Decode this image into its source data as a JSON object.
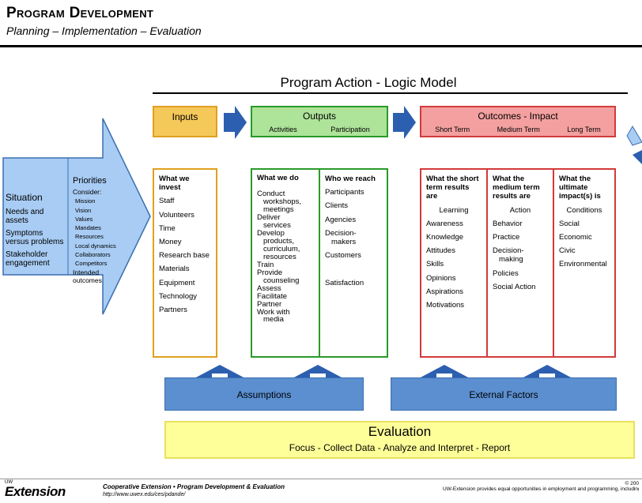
{
  "header": {
    "title": "Program Development",
    "subtitle": "Planning – Implementation – Evaluation"
  },
  "model_title": "Program Action - Logic Model",
  "situation": {
    "title": "Situation",
    "items": [
      "Needs and assets",
      "Symptoms versus problems",
      "Stakeholder engagement"
    ]
  },
  "priorities": {
    "title": "Priorities",
    "consider": "Consider:",
    "items": [
      "Mission",
      "Vision",
      "Values",
      "Mandates",
      "Resources",
      "Local dynamics",
      "Collaborators",
      "Competitors"
    ],
    "intended": "Intended outcomes"
  },
  "inputs": {
    "label": "Inputs",
    "heading": "What we invest",
    "items": [
      "Staff",
      "Volunteers",
      "Time",
      "Money",
      "Research base",
      "Materials",
      "Equipment",
      "Technology",
      "Partners"
    ]
  },
  "outputs": {
    "label": "Outputs",
    "activities_label": "Activities",
    "participation_label": "Participation",
    "activities_heading": "What we do",
    "activities": [
      "Conduct",
      "workshops,",
      "meetings",
      "Deliver",
      "services",
      "Develop",
      "products,",
      "curriculum,",
      "resources",
      "Train",
      "Provide",
      "counseling",
      "Assess",
      "Facilitate",
      "Partner",
      "Work with",
      "media"
    ],
    "participation_heading": "Who we reach",
    "participation": [
      "Participants",
      "Clients",
      "Agencies",
      "Decision-",
      "makers",
      "Customers",
      "Satisfaction"
    ]
  },
  "outcomes": {
    "label": "Outcomes - Impact",
    "short_label": "Short Term",
    "medium_label": "Medium Term",
    "long_label": "Long Term",
    "short_heading": "What the short term results are",
    "short_sub": "Learning",
    "short_items": [
      "Awareness",
      "Knowledge",
      "Attitudes",
      "Skills",
      "Opinions",
      "Aspirations",
      "Motivations"
    ],
    "medium_heading": "What the medium term results are",
    "medium_sub": "Action",
    "medium_items": [
      "Behavior",
      "Practice",
      "Decision-",
      "making",
      "Policies",
      "Social Action"
    ],
    "long_heading": "What the ultimate impact(s) is",
    "long_sub": "Conditions",
    "long_items": [
      "Social",
      "Economic",
      "Civic",
      "Environmental"
    ]
  },
  "assumptions": "Assumptions",
  "external_factors": "External Factors",
  "evaluation": {
    "title": "Evaluation",
    "subtitle": "Focus - Collect Data - Analyze and Interpret - Report"
  },
  "footer": {
    "logo": "Extension",
    "logo_sup": "UW",
    "line1": "Cooperative Extension • Program Development & Evaluation",
    "line2": "http://www.uwex.edu/ces/pdande/",
    "notice": "UW-Extension provides equal opportunities in employment and programming, including Title IX and ADA.",
    "copyright": "© 200"
  },
  "colors": {
    "inputs": "#f5c85a",
    "outputs": "#aee39a",
    "outcomes": "#f4a0a0",
    "inputs_border": "#e0a020",
    "outputs_border": "#2a9a2a",
    "outcomes_border": "#d23a3a",
    "blue": "#5b8fd0",
    "arrow": "#2c5fb0",
    "situation": "#a8ccf4",
    "evaluation": "#ffff99"
  }
}
